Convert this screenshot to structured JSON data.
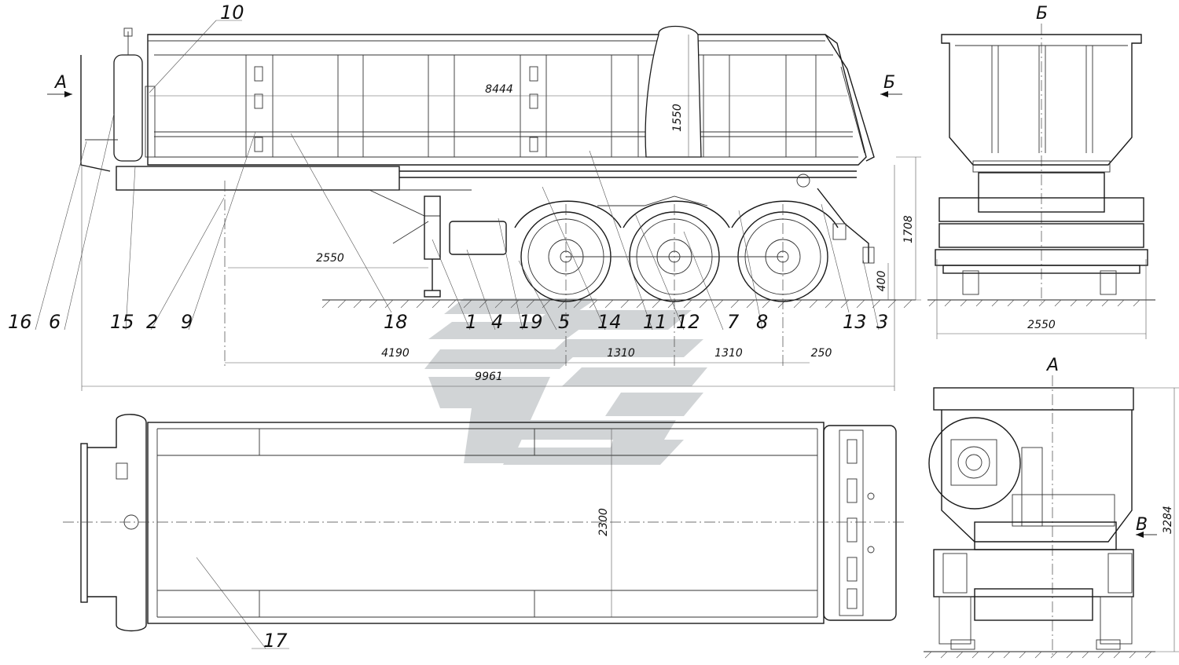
{
  "views": {
    "side_arrow_left": "А",
    "side_arrow_right": "Б",
    "rear_view_title": "Б",
    "front_view_title": "А",
    "front_view_arrow": "В"
  },
  "dimensions": {
    "body_length": "8444",
    "body_height": "1550",
    "kingpin_to_front": "2550",
    "height_total": "1708",
    "rear_ground_clearance": "400",
    "kingpin_to_axle": "4190",
    "axle_spacing_1": "1310",
    "axle_spacing_2": "1310",
    "rear_overhang": "250",
    "total_length": "9961",
    "rear_width": "2550",
    "top_width": "2300",
    "front_height": "3284"
  },
  "callouts": [
    "16",
    "6",
    "15",
    "2",
    "9",
    "18",
    "1",
    "4",
    "19",
    "5",
    "14",
    "11",
    "12",
    "7",
    "8",
    "13",
    "3",
    "10",
    "17"
  ]
}
